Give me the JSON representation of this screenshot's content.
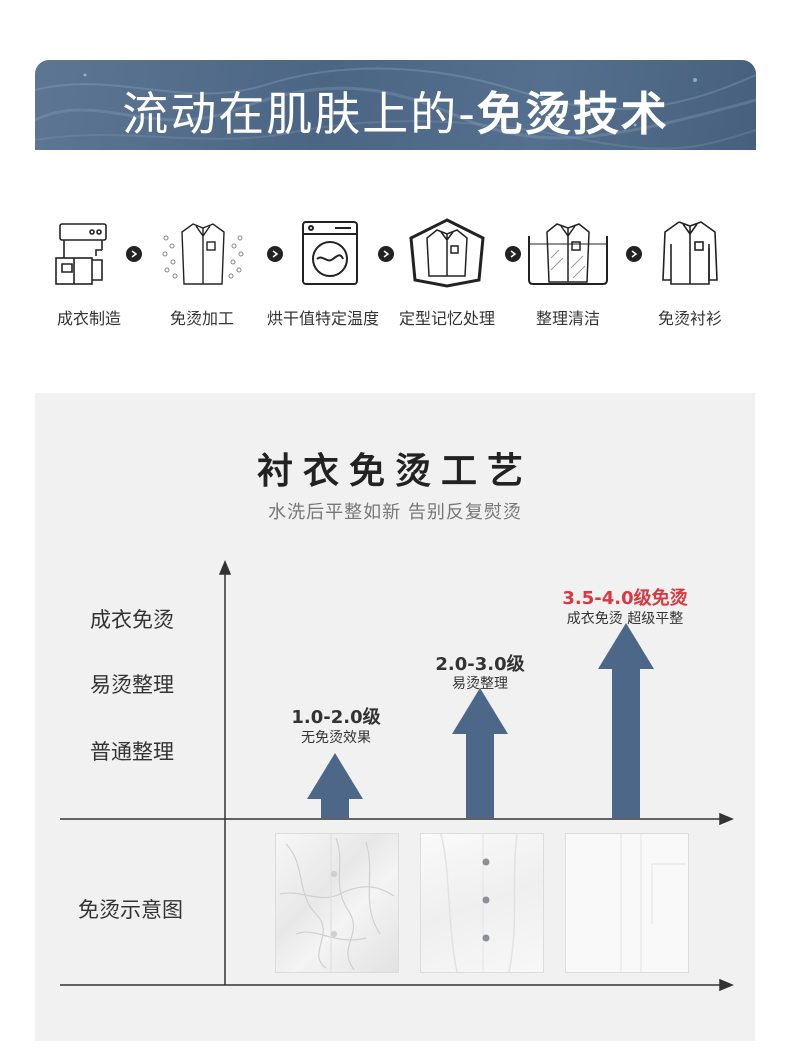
{
  "banner": {
    "title_prefix": "流动在肌肤上的-",
    "title_bold": "免烫技术"
  },
  "process": {
    "steps": [
      {
        "label": "成衣制造",
        "icon": "sewing-machine-icon"
      },
      {
        "label": "免烫加工",
        "icon": "shirt-bubbles-icon"
      },
      {
        "label": "烘干值特定温度",
        "icon": "dryer-icon"
      },
      {
        "label": "定型记忆处理",
        "icon": "shirt-frame-icon"
      },
      {
        "label": "整理清洁",
        "icon": "shirt-water-icon"
      },
      {
        "label": "免烫衬衫",
        "icon": "shirt-icon"
      }
    ]
  },
  "section": {
    "title": "衬衣免烫工艺",
    "subtitle": "水洗后平整如新 告别反复熨烫"
  },
  "y_labels": [
    "成衣免烫",
    "易烫整理",
    "普通整理"
  ],
  "bottom_row_label": "免烫示意图",
  "chart_data": {
    "type": "bar",
    "categories": [
      "普通整理",
      "易烫整理",
      "成衣免烫"
    ],
    "series": [
      {
        "values": [
          1,
          2,
          3
        ]
      }
    ],
    "annotations": [
      {
        "grade": "1.0-2.0级",
        "desc": "无免烫效果"
      },
      {
        "grade": "2.0-3.0级",
        "desc": "易烫整理"
      },
      {
        "grade": "3.5-4.0级免烫",
        "desc": "成衣免烫 超级平整"
      }
    ],
    "colors": {
      "arrow": "#4c6787",
      "highlight": "#d8383f"
    }
  }
}
